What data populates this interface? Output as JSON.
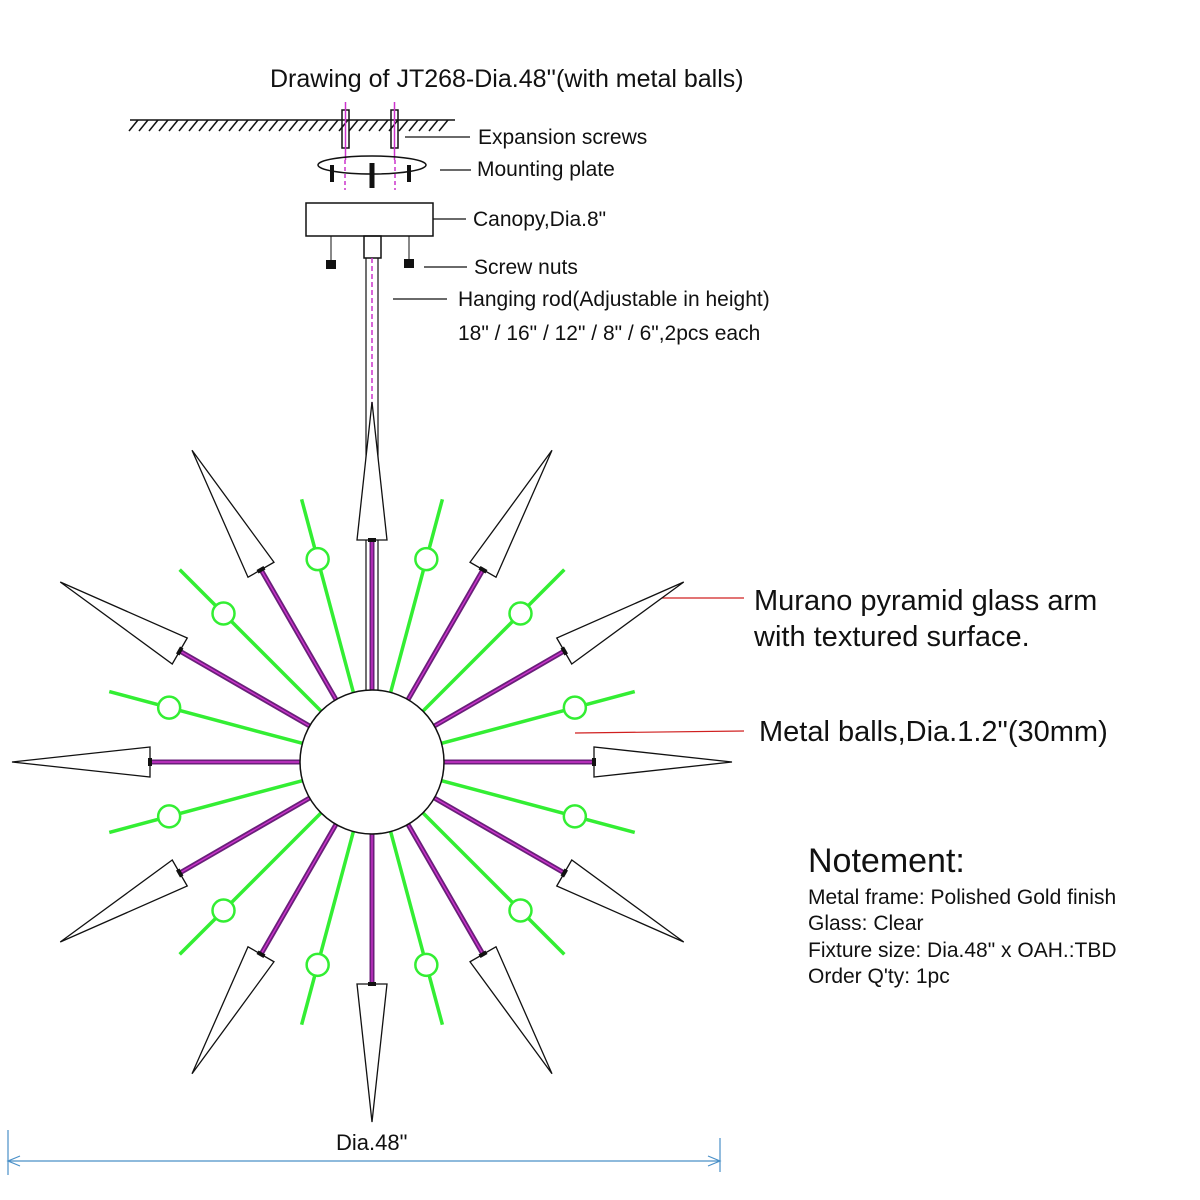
{
  "title": "Drawing of JT268-Dia.48''(with metal balls)",
  "labels": {
    "expansion_screws": "Expansion screws",
    "mounting_plate": "Mounting plate",
    "canopy": "Canopy,Dia.8\"",
    "screw_nuts": "Screw nuts",
    "hanging_rod": "Hanging rod(Adjustable in height)",
    "rod_lengths": "18\" / 16\" / 12\" / 8\" / 6\",2pcs each",
    "glass_arm_line1": "Murano pyramid glass arm",
    "glass_arm_line2": "with textured surface.",
    "metal_balls": "Metal balls,Dia.1.2\"(30mm)"
  },
  "notes": {
    "title": "Notement:",
    "items": [
      "Metal frame: Polished Gold finish",
      "Glass: Clear",
      "Fixture size: Dia.48\" x OAH.:TBD",
      "Order Q'ty: 1pc"
    ]
  },
  "dimension": "Dia.48\"",
  "colors": {
    "frame_purple": "#6a1f7a",
    "frame_magenta": "#cc33cc",
    "ball_arm_green": "#33ee33",
    "leader_red": "#d02020",
    "dimension_blue": "#4a90c8",
    "outline": "#111111"
  }
}
